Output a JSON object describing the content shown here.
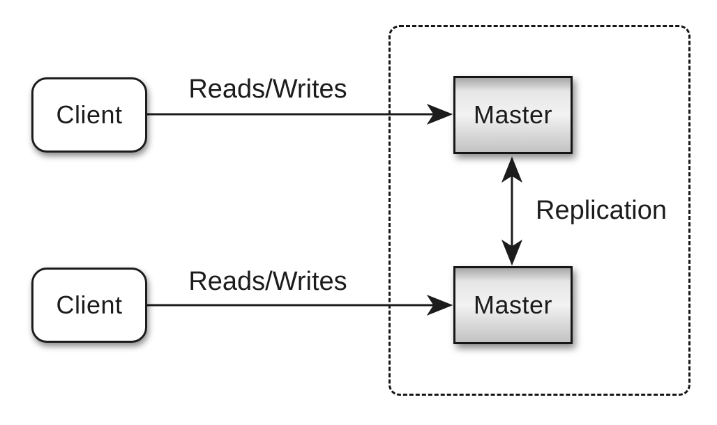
{
  "diagram": {
    "background": "#ffffff",
    "colors": {
      "stroke": "#1c1c1c",
      "text": "#1c1c1c",
      "client_fill": "#ffffff",
      "master_fill_light": "#f2f2f2",
      "master_fill_dark": "#b5b5b5"
    },
    "nodes": {
      "client_top": {
        "label": "Client",
        "shape": "rounded-rect"
      },
      "client_bottom": {
        "label": "Client",
        "shape": "rounded-rect"
      },
      "master_top": {
        "label": "Master",
        "shape": "rect"
      },
      "master_bottom": {
        "label": "Master",
        "shape": "rect"
      }
    },
    "edges": {
      "reads_writes_top": {
        "label": "Reads/Writes",
        "from": "client_top",
        "to": "master_top",
        "arrow": "single"
      },
      "reads_writes_bottom": {
        "label": "Reads/Writes",
        "from": "client_bottom",
        "to": "master_bottom",
        "arrow": "single"
      },
      "replication": {
        "label": "Replication",
        "from": "master_top",
        "to": "master_bottom",
        "arrow": "double"
      }
    },
    "groups": {
      "master_zone": {
        "style": "dashed-rounded-rect",
        "contains": [
          "master_top",
          "master_bottom"
        ]
      }
    }
  }
}
